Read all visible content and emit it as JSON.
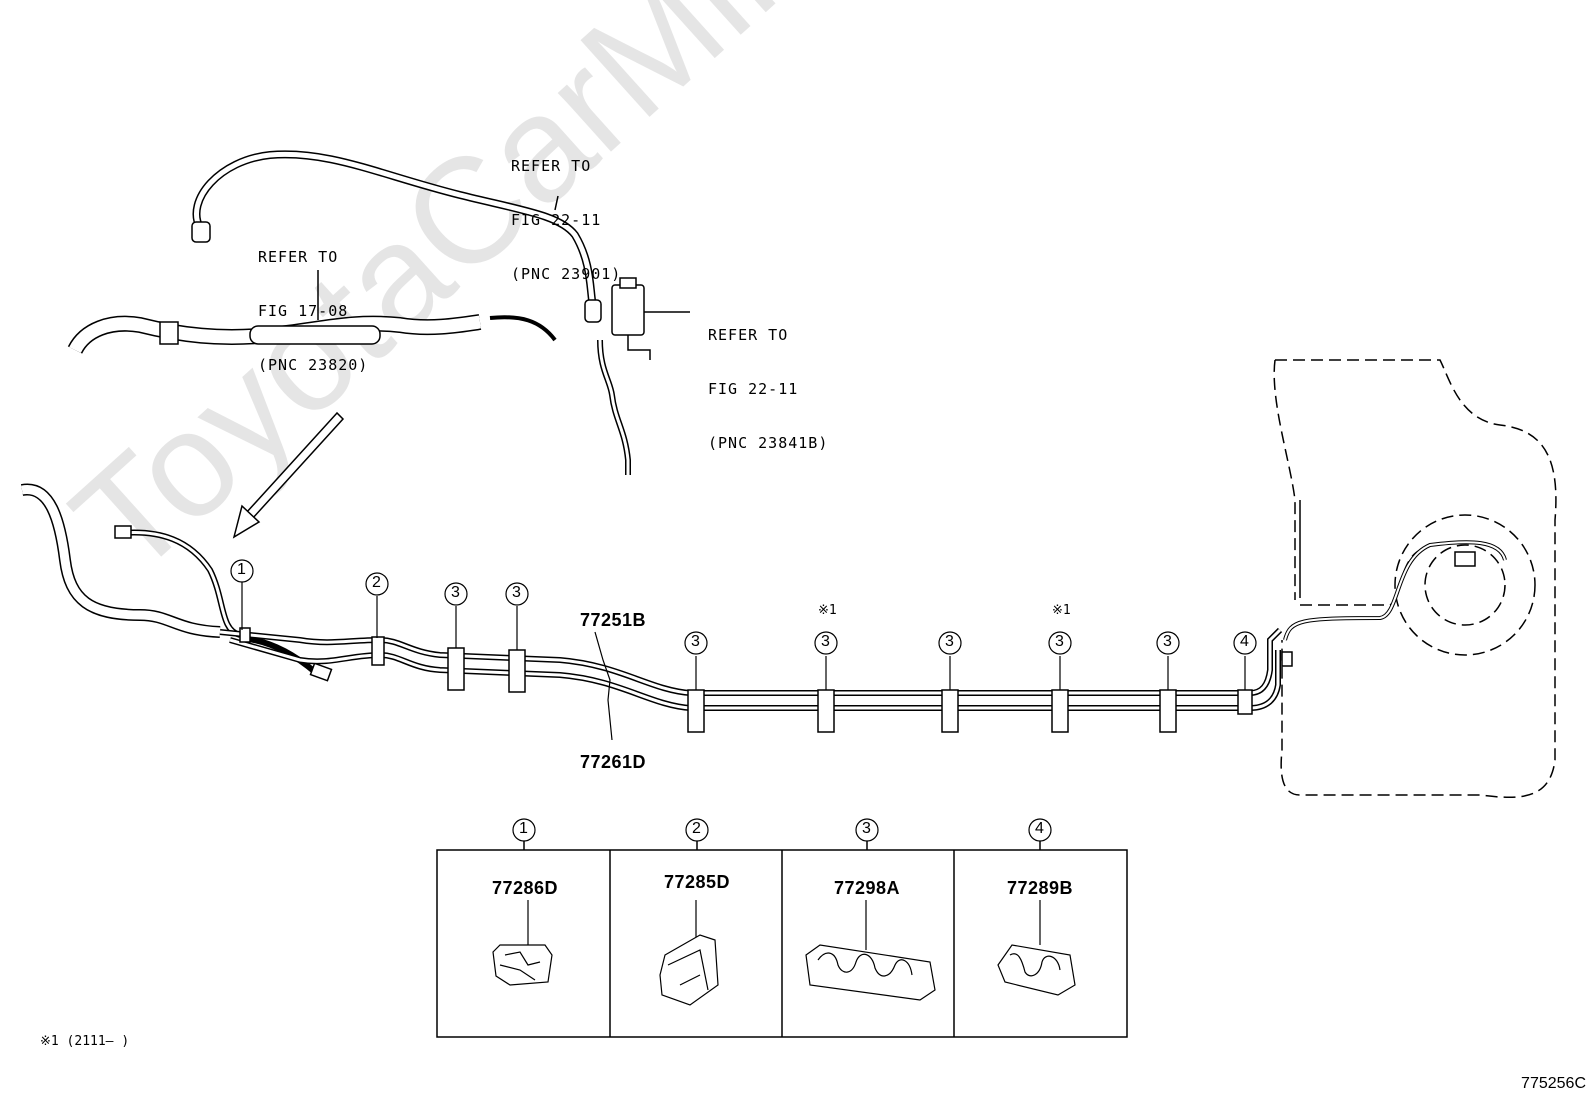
{
  "refs": [
    {
      "id": "ref-fig-22-11-23901",
      "lines": [
        "REFER TO",
        "FIG 22-11",
        "(PNC 23901)"
      ]
    },
    {
      "id": "ref-fig-17-08-23820",
      "lines": [
        "REFER TO",
        "FIG 17-08",
        "(PNC 23820)"
      ]
    },
    {
      "id": "ref-fig-22-11-23841b",
      "lines": [
        "REFER TO",
        "FIG 22-11",
        "(PNC 23841B)"
      ]
    }
  ],
  "part_numbers": {
    "upper_tube": "77251B",
    "lower_tube": "77261D"
  },
  "callouts": {
    "c1": "1",
    "c2": "2",
    "c3": "3",
    "c4": "4",
    "star": "※1"
  },
  "legend": {
    "cells": [
      {
        "num": "1",
        "part": "77286D"
      },
      {
        "num": "2",
        "part": "77285D"
      },
      {
        "num": "3",
        "part": "77298A"
      },
      {
        "num": "4",
        "part": "77289B"
      }
    ]
  },
  "footnote": "※1 (2111–        )",
  "figure_code": "775256C",
  "watermark": "ToyotaCarMine.ru"
}
